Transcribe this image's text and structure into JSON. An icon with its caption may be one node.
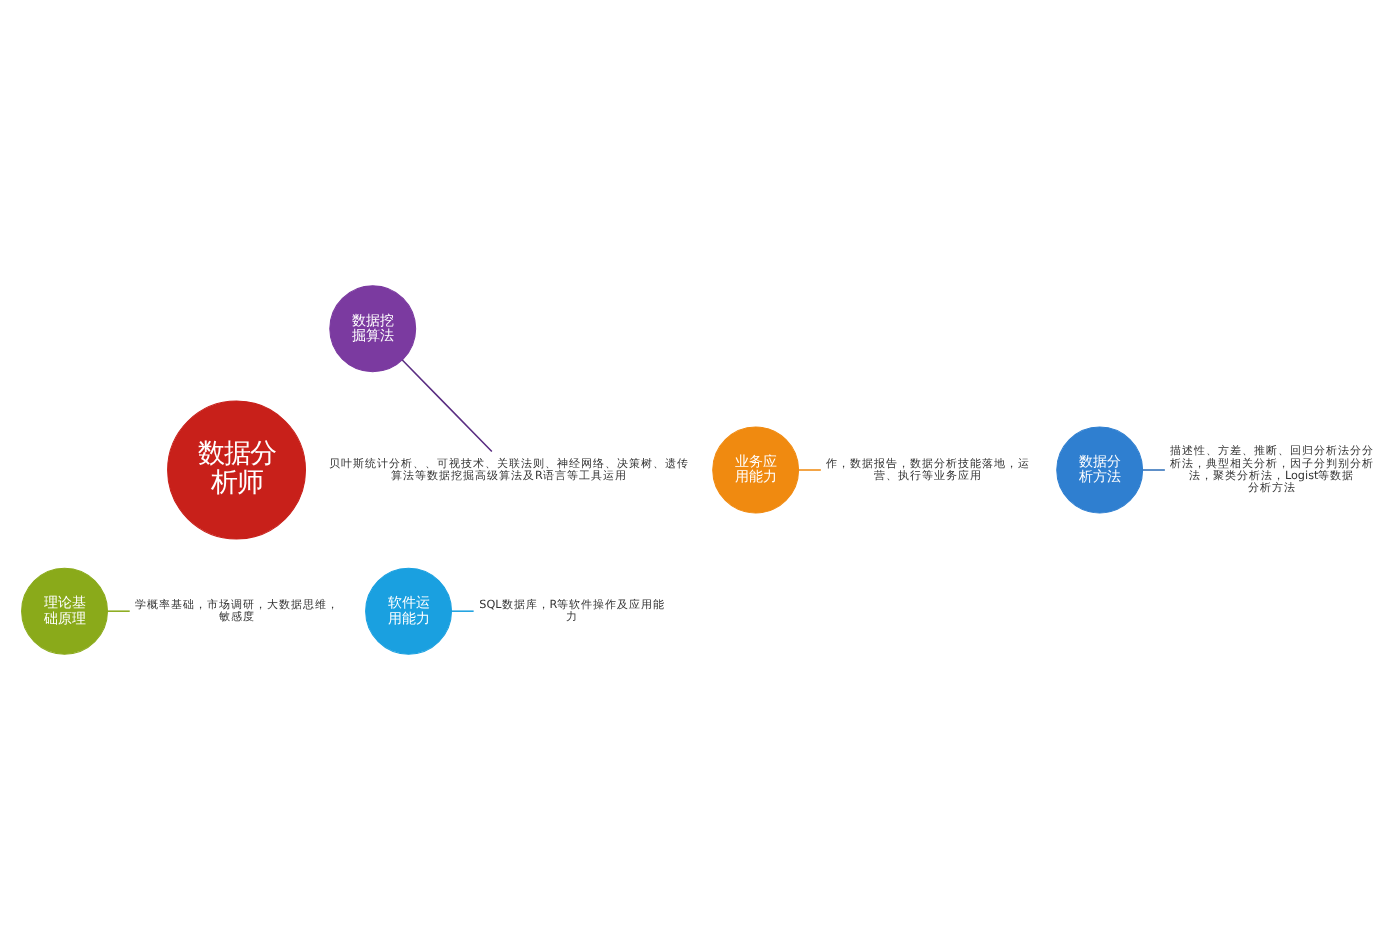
{
  "diagram": {
    "nodes": [
      {
        "text": [
          "数据分析师"
        ]
      },
      {
        "text": [
          "数据挖掘算法"
        ]
      },
      {
        "text": [
          "业务应用能力"
        ]
      },
      {
        "text": [
          "数据分析方法"
        ]
      },
      {
        "text": [
          "理论基础原理"
        ]
      },
      {
        "text": [
          "软件运用能力"
        ]
      },
      {
        "text": [
          "贝叶斯统计分析、、可视技术、关联法则、神经网络、决策树、遗传算法等数据挖掘高级算法及R语言等工具运用"
        ]
      },
      {
        "text": [
          "作，数据报告，数据分析技能落地，运营、执行等业务应用"
        ]
      },
      {
        "text": [
          "描述性、方差、推断、回归分析法分分析法，典型相关分析，因子分判别分析法，聚类分析法，Logist等数据分析方法"
        ]
      },
      {
        "text": [
          "学概率基础，市场调研，大数据思维，敏感度"
        ]
      },
      {
        "text": [
          "SQL数据库，R等软件操作及应用能力"
        ]
      }
    ],
    "edges": [
      {
        "from": 1,
        "to": 6,
        "arrow": "none",
        "color": "#5a2d82"
      },
      {
        "from": 2,
        "to": 7,
        "arrow": "none",
        "color": "#f08a10"
      },
      {
        "from": 3,
        "to": 8,
        "arrow": "none",
        "color": "#2f6fb8"
      },
      {
        "from": 4,
        "to": 9,
        "arrow": "none",
        "color": "#8aaa1a"
      },
      {
        "from": 5,
        "to": 10,
        "arrow": "none",
        "color": "#1aa0e0"
      }
    ]
  }
}
